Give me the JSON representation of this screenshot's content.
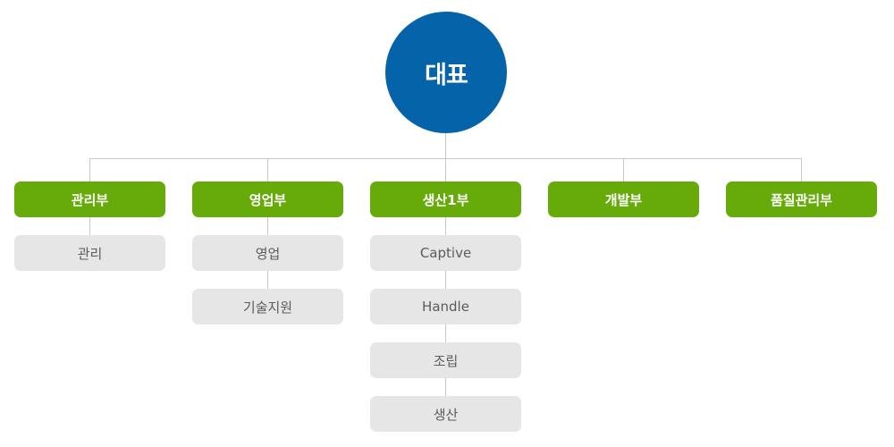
{
  "org": {
    "root": "대표",
    "departments": [
      {
        "label": "관리부",
        "subs": [
          "관리"
        ]
      },
      {
        "label": "영업부",
        "subs": [
          "영업",
          "기술지원"
        ]
      },
      {
        "label": "생산1부",
        "subs": [
          "Captive",
          "Handle",
          "조립",
          "생산"
        ]
      },
      {
        "label": "개발부",
        "subs": []
      },
      {
        "label": "품질관리부",
        "subs": []
      }
    ]
  },
  "colors": {
    "root_fill": "#0563aa",
    "department_fill": "#67ab0a",
    "sub_fill": "#e6e6e6",
    "connector": "#c8c8c8"
  }
}
